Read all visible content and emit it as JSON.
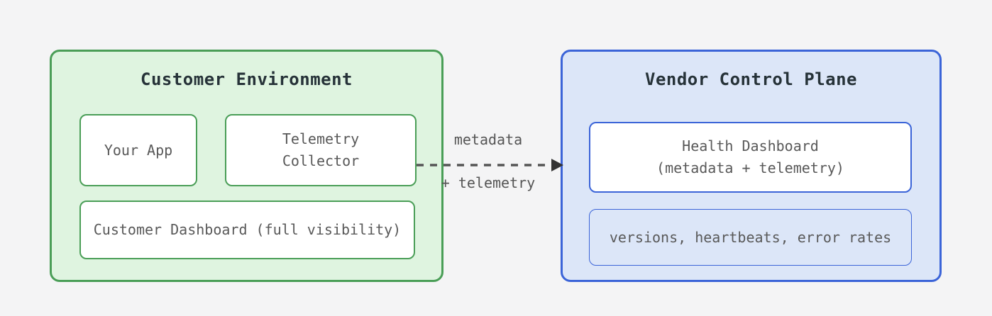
{
  "palette": {
    "page_bg": "#f4f4f5",
    "customer_border": "#4a9e57",
    "customer_fill": "#dff4e0",
    "vendor_border": "#3b64d8",
    "vendor_fill": "#dce6f8",
    "node_fill": "#ffffff",
    "node_text": "#595959",
    "title_text": "#263238"
  },
  "groups": {
    "customer": {
      "title": "Customer Environment",
      "nodes": {
        "your_app": {
          "label": "Your App"
        },
        "telemetry_collector": {
          "lines": [
            "Telemetry",
            "Collector"
          ]
        },
        "customer_dashboard": {
          "label": "Customer Dashboard (full visibility)"
        }
      }
    },
    "vendor": {
      "title": "Vendor Control Plane",
      "nodes": {
        "health_dashboard": {
          "lines": [
            "Health Dashboard",
            "(metadata + telemetry)"
          ]
        },
        "signals": {
          "label": "versions, heartbeats, error rates"
        }
      }
    }
  },
  "arrow": {
    "labels": {
      "top": "metadata",
      "bottom": "+ telemetry"
    },
    "line_color": "#555555",
    "head_color": "#333333"
  }
}
